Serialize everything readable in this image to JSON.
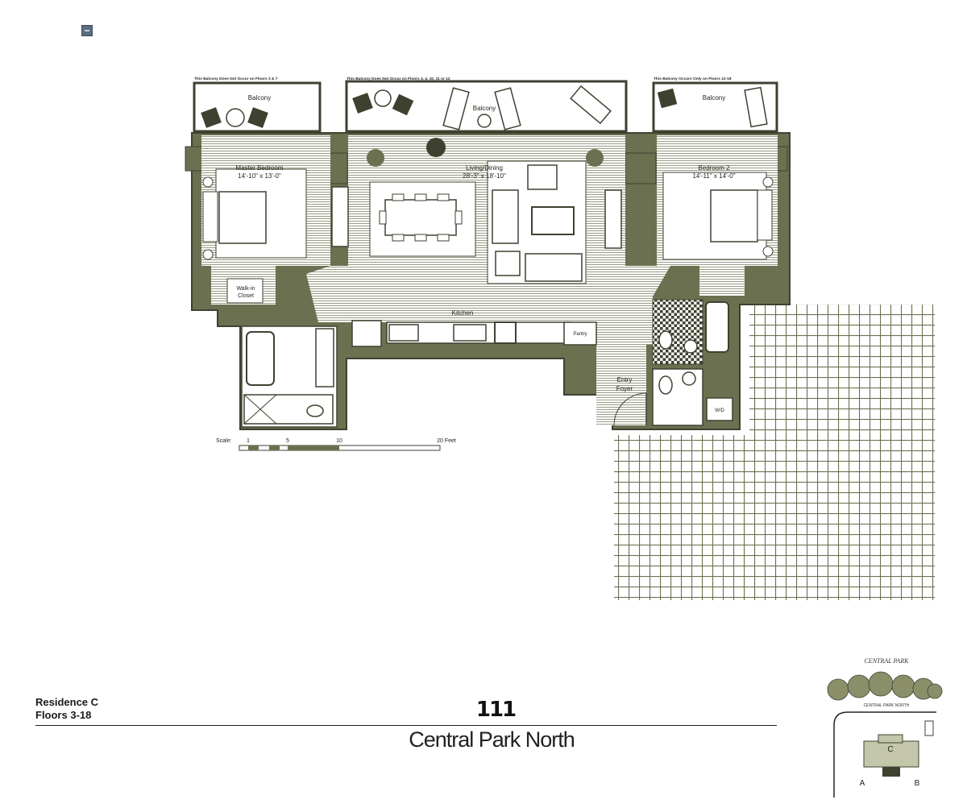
{
  "header_marker": "",
  "balcony_notes": {
    "left": "This Balcony Does Not Occur on Floors 3 & 7",
    "center": "This Balcony Does Not Occur on Floors 3, 4, 10, 11 or 12",
    "right": "This Balcony Occurs Only on Floors 12-18"
  },
  "rooms": {
    "balcony_left": "Balcony",
    "balcony_center": "Balcony",
    "balcony_right": "Balcony",
    "master_name": "Master Bedroom",
    "master_dims": "14'-10\" x 13'-0\"",
    "living_name": "Living/Dining",
    "living_dims": "28'-3\" x 18'-10\"",
    "bed2_name": "Bedroom 2",
    "bed2_dims": "14'-11\" x 14'-0\"",
    "walkin_line1": "Walk-in",
    "walkin_line2": "Closet",
    "kitchen": "Kitchen",
    "pantry": "Pantry",
    "entry_line1": "Entry",
    "entry_line2": "Foyer",
    "wd": "W/D"
  },
  "scale": {
    "label": "Scale:",
    "ticks": [
      "1",
      "5",
      "10",
      "20 Feet"
    ]
  },
  "footer": {
    "residence": "Residence C",
    "floors": "Floors 3-18",
    "number": "111",
    "building_name": "Central Park North"
  },
  "keymap": {
    "park_label": "CENTRAL PARK",
    "street_label": "CENTRAL PARK NORTH",
    "units": [
      "C",
      "A",
      "B"
    ]
  },
  "colors": {
    "wall": "#6b7150",
    "wall_dark": "#3d4230",
    "line": "#4a5038",
    "fill_light": "#c3c6a8",
    "paper": "#ffffff"
  }
}
